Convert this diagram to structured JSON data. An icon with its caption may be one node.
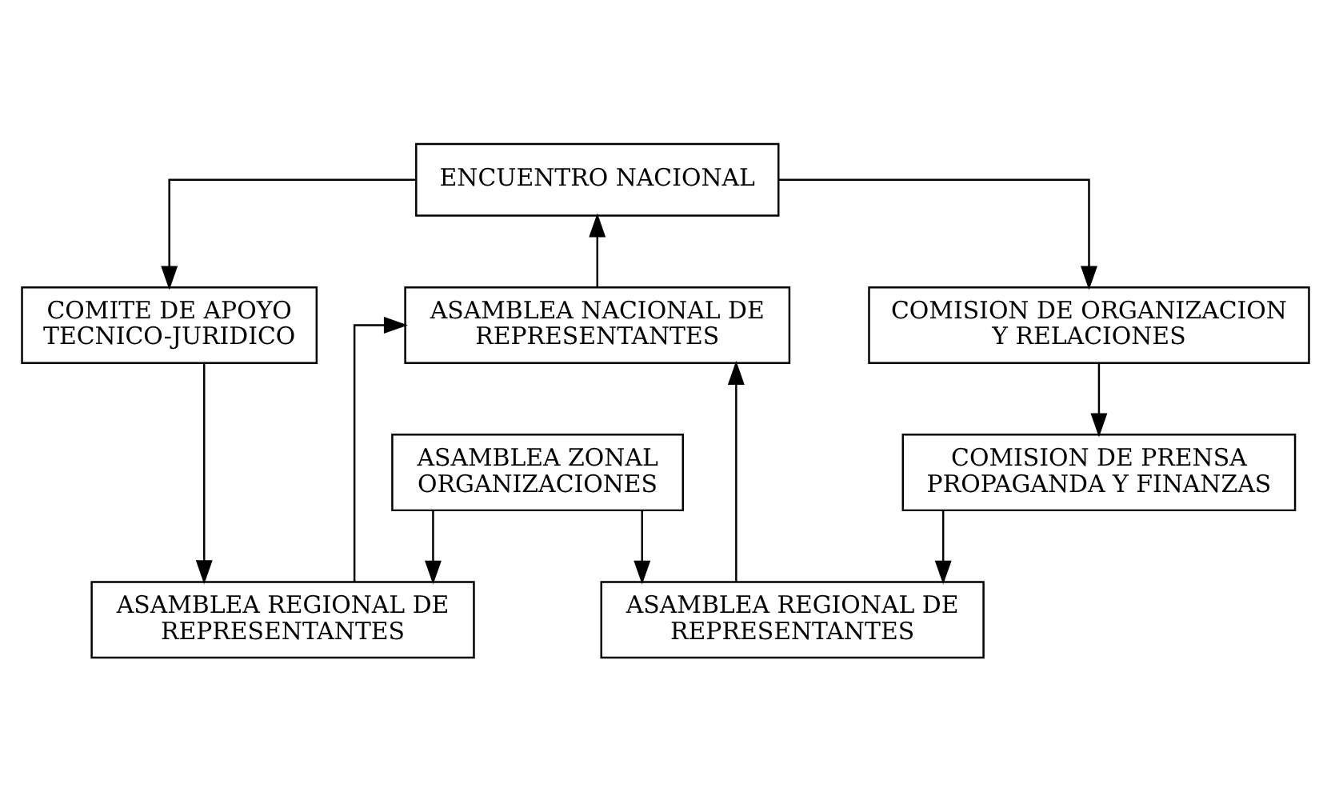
{
  "diagram": {
    "nodes": [
      {
        "text": [
          "ENCUENTRO NACIONAL"
        ]
      },
      {
        "text": [
          "COMISION DE ORGANIZACION Y RELACIONES"
        ]
      },
      {
        "text": [
          "ASAMBLEA NACIONAL DE REPRESENTANTES"
        ]
      },
      {
        "text": [
          "COMITE DE APOYO TECNICO-JURIDICO"
        ]
      },
      {
        "text": [
          "COMISION DE PRENSA PROPAGANDA Y FINANZAS"
        ]
      },
      {
        "text": [
          "ASAMBLEA REGIONAL DE REPRESENTANTES"
        ]
      },
      {
        "text": [
          "ASAMBLEA REGIONAL DE REPRESENTANTES"
        ]
      },
      {
        "text": [
          "ASAMBLEA ZONAL ORGANIZACIONES"
        ]
      }
    ],
    "edges": [
      {
        "from": 0,
        "to": 1,
        "arrow": "to"
      },
      {
        "from": 0,
        "to": 3,
        "arrow": "to"
      },
      {
        "from": 2,
        "to": 0,
        "arrow": "to"
      },
      {
        "from": 1,
        "to": 4,
        "arrow": "to"
      },
      {
        "from": 4,
        "to": 5,
        "arrow": "to"
      },
      {
        "from": 3,
        "to": 6,
        "arrow": "to"
      },
      {
        "from": 5,
        "to": 2,
        "arrow": "to"
      },
      {
        "from": 6,
        "to": 2,
        "arrow": "to"
      },
      {
        "from": 7,
        "to": 5,
        "arrow": "to"
      },
      {
        "from": 7,
        "to": 6,
        "arrow": "to"
      }
    ]
  }
}
